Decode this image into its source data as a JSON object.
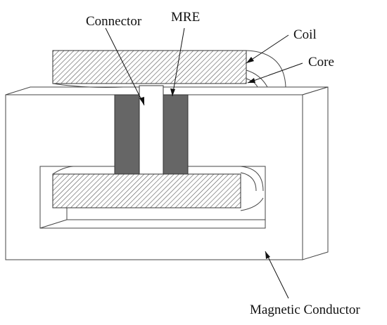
{
  "labels": {
    "connector": "Connector",
    "mre": "MRE",
    "coil": "Coil",
    "core": "Core",
    "magnetic_conductor": "Magnetic Conductor"
  },
  "colors": {
    "mre_fill": "#666666",
    "outline": "#444444",
    "hatch": "#555555",
    "background": "#ffffff",
    "text": "#111111"
  }
}
